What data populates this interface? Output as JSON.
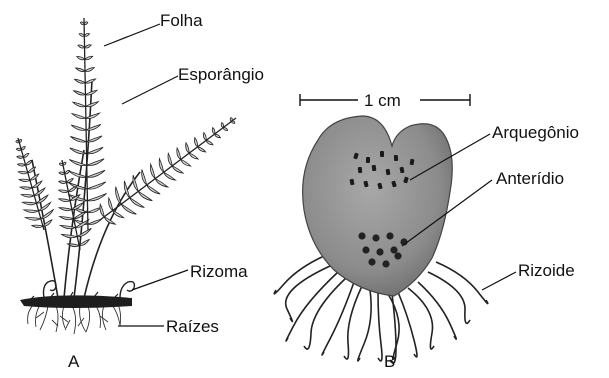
{
  "labels": {
    "folha": "Folha",
    "esporangio": "Esporângio",
    "rizoma": "Rizoma",
    "raizes": "Raízes",
    "scale": "1 cm",
    "arquegonio": "Arquegônio",
    "anteridio": "Anterídio",
    "rizoide": "Rizoide"
  },
  "panels": {
    "a": "A",
    "b": "B"
  }
}
